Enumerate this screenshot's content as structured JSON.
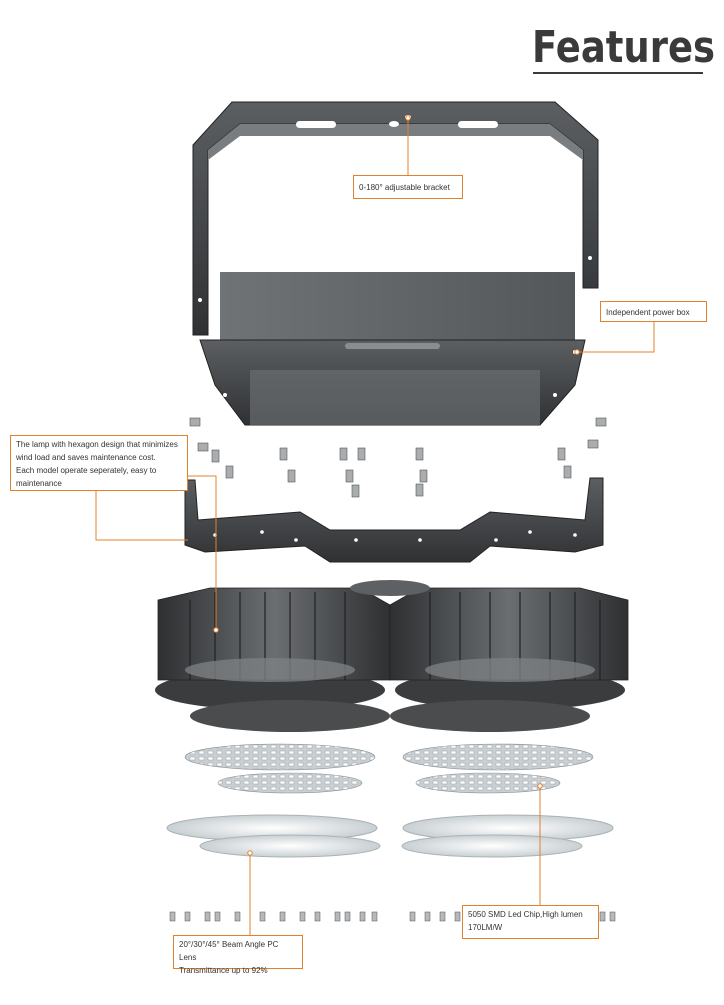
{
  "header": {
    "title": "Features"
  },
  "callouts": {
    "bracket": "0-180° adjustable bracket",
    "power_box": "Independent power box",
    "hexagon": [
      "The lamp with hexagon design that minimizes",
      "wind load and  saves maintenance cost.",
      "Each model operate seperately, easy to",
      "maintenance"
    ],
    "chip": [
      "5050 SMD Led Chip,High lumen",
      "170LM/W"
    ],
    "lens": [
      "20°/30°/45° Beam Angle PC Lens",
      "Transmittance up to 92%"
    ]
  },
  "colors": {
    "accent": "#e0812e",
    "metal_dark": "#3b3d3f",
    "metal_mid": "#5a5c5e",
    "lens": "#e8eef0"
  }
}
